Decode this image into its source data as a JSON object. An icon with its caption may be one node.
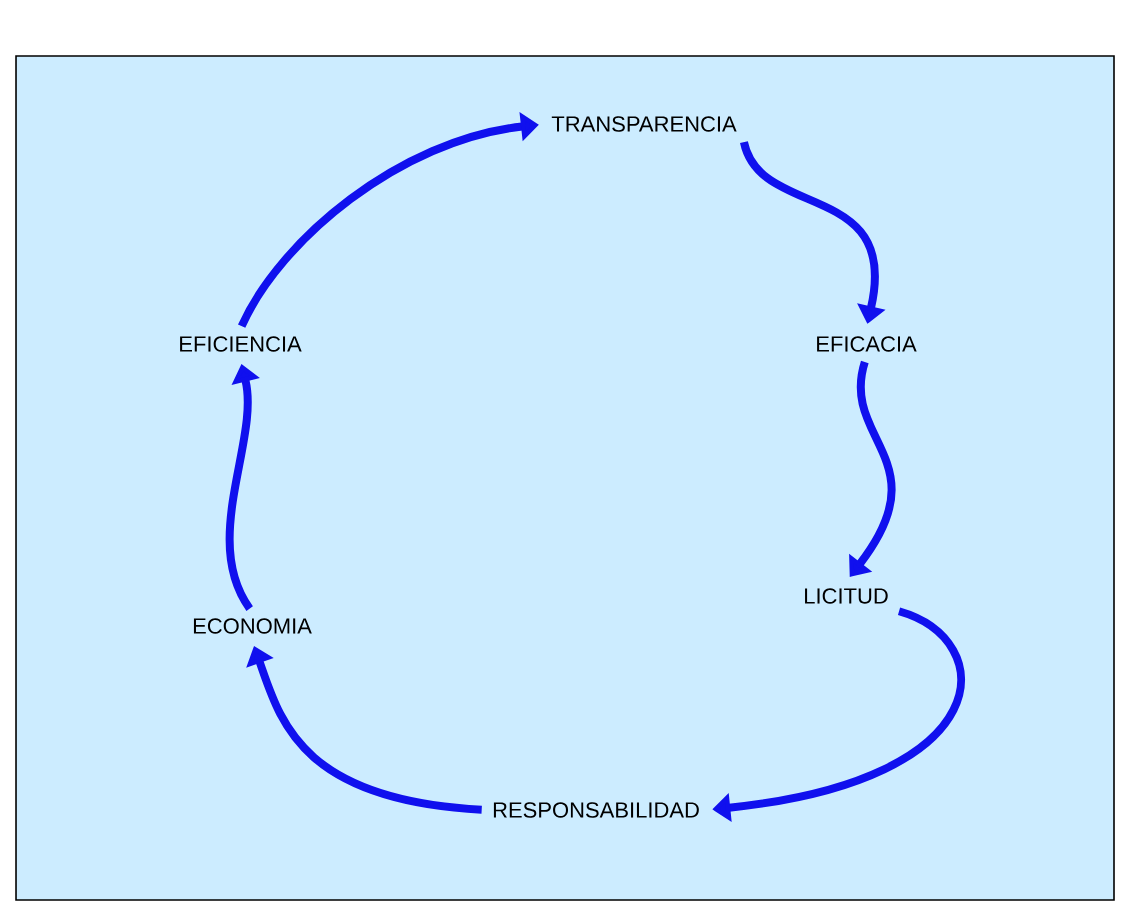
{
  "diagram": {
    "nodes": [
      {
        "text": [
          "TRANSPARENCIA"
        ]
      },
      {
        "text": [
          "EFICACIA"
        ]
      },
      {
        "text": [
          "LICITUD"
        ]
      },
      {
        "text": [
          "RESPONSABILIDAD"
        ]
      },
      {
        "text": [
          "ECONOMIA"
        ]
      },
      {
        "text": [
          "EFICIENCIA"
        ]
      }
    ],
    "edges": [
      {
        "from": 0,
        "to": 1,
        "arrow": "to"
      },
      {
        "from": 1,
        "to": 2,
        "arrow": "to"
      },
      {
        "from": 2,
        "to": 3,
        "arrow": "to"
      },
      {
        "from": 3,
        "to": 4,
        "arrow": "to"
      },
      {
        "from": 4,
        "to": 5,
        "arrow": "to"
      },
      {
        "from": 5,
        "to": 0,
        "arrow": "to"
      }
    ]
  }
}
